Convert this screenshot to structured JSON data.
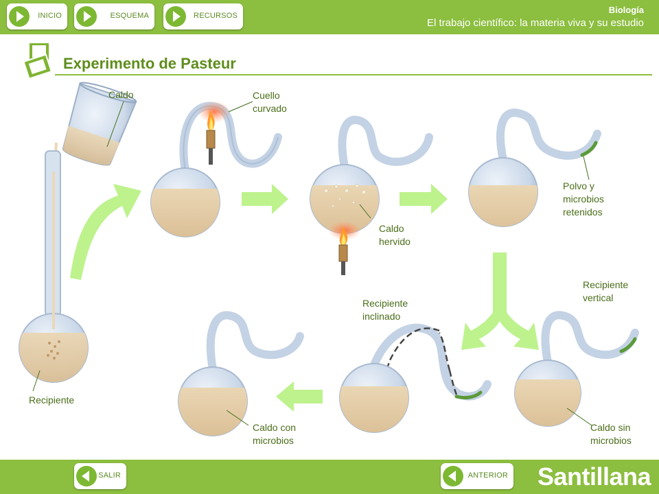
{
  "nav": {
    "inicio": "INICIO",
    "esquema": "ESQUEMA",
    "recursos": "RECURSOS",
    "salir": "SALIR",
    "anterior": "ANTERIOR"
  },
  "header": {
    "subject": "Biología",
    "unit": "El trabajo científico: la materia viva y su estudio"
  },
  "page_title": "Experimento de Pasteur",
  "labels": {
    "caldo": "Caldo",
    "cuello_1": "Cuello",
    "cuello_2": "curvado",
    "polvo_1": "Polvo y",
    "polvo_2": "microbios",
    "polvo_3": "retenidos",
    "hervido_1": "Caldo",
    "hervido_2": "hervido",
    "recipiente": "Recipiente",
    "vertical_1": "Recipiente",
    "vertical_2": "vertical",
    "inclinado_1": "Recipiente",
    "inclinado_2": "inclinado",
    "con_1": "Caldo con",
    "con_2": "microbios",
    "sin_1": "Caldo sin",
    "sin_2": "microbios"
  },
  "brand": "Santillana",
  "colors": {
    "bar": "#8cbe3f",
    "arrow": "#bdf28d",
    "broth": "#e8cfa6",
    "glass": "#b9cbe0"
  },
  "icons": [
    "play-icon",
    "back-icon",
    "notebook-icon",
    "flame-icon"
  ]
}
